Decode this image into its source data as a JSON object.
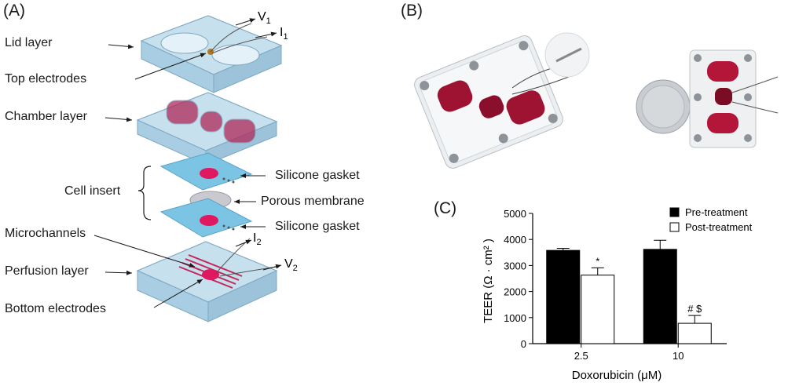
{
  "panels": {
    "a": "(A)",
    "b": "(B)",
    "c": "(C)"
  },
  "diagram": {
    "labels_left": {
      "lid": "Lid layer",
      "top_electrodes": "Top electrodes",
      "chamber": "Chamber layer",
      "cell_insert": "Cell insert",
      "microchannels": "Microchannels",
      "perfusion": "Perfusion layer",
      "bottom_electrodes": "Bottom electrodes"
    },
    "labels_right": {
      "gasket_top": "Silicone gasket",
      "membrane": "Porous membrane",
      "gasket_bottom": "Silicone gasket"
    },
    "terminals": {
      "v1": "V",
      "v1_sub": "1",
      "i1": "I",
      "i1_sub": "1",
      "i2": "I",
      "i2_sub": "2",
      "v2": "V",
      "v2_sub": "2"
    },
    "colors": {
      "layer": "#b8d8ea",
      "layer_edge": "#7fa8c2",
      "gasket": "#7cc4e4",
      "electrode": "#e0185f",
      "chamber_fill": "#b0285a"
    }
  },
  "chart_data": {
    "type": "bar",
    "categories": [
      "2.5",
      "10"
    ],
    "series": [
      {
        "name": "Pre-treatment",
        "values": [
          3580,
          3620
        ],
        "errors": [
          80,
          350
        ],
        "color": "#000000"
      },
      {
        "name": "Post-treatment",
        "values": [
          2630,
          780
        ],
        "errors": [
          280,
          300
        ],
        "color": "#ffffff"
      }
    ],
    "annotations": [
      {
        "category": "2.5",
        "series": "Post-treatment",
        "text": "*"
      },
      {
        "category": "10",
        "series": "Post-treatment",
        "text": "# $"
      }
    ],
    "ylabel": "TEER (Ω · cm² )",
    "xlabel": "Doxorubicin (μM)",
    "ylim": [
      0,
      5000
    ],
    "yticks": [
      0,
      1000,
      2000,
      3000,
      4000,
      5000
    ],
    "legend_position": "top-right"
  }
}
